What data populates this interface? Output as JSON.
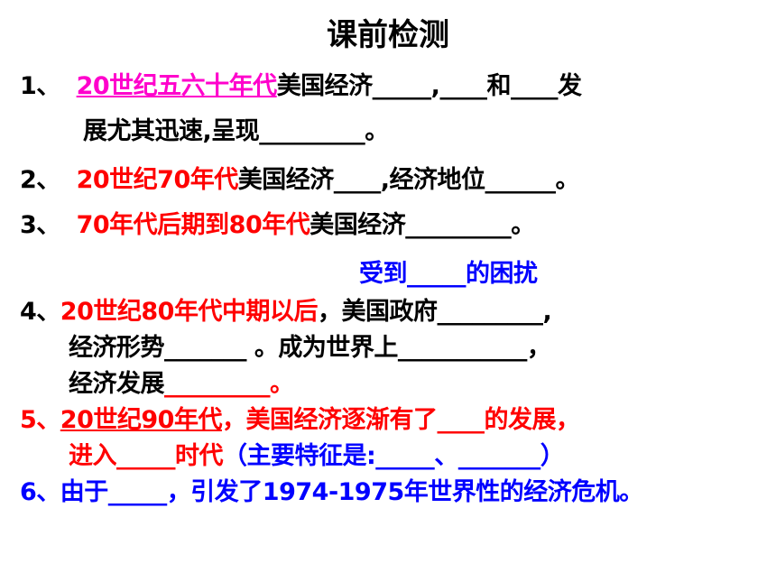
{
  "colors": {
    "black": "#000000",
    "red": "#ff0000",
    "magenta": "#ff00cc",
    "blue": "#0000ff"
  },
  "title": "课前检测",
  "q1": {
    "num": "1、",
    "era": "20世纪五六十年代",
    "a": "美国经济_____,____和____发",
    "b": "展尤其迅速,呈现_________。"
  },
  "q2": {
    "num": "2、",
    "era": "20世纪70年代",
    "text": "美国经济____,经济地位______。"
  },
  "q3": {
    "num": "3、",
    "era": "70年代后期到80年代",
    "text": "美国经济_________。",
    "sub": "受到_____的困扰"
  },
  "q4": {
    "num": "4、",
    "era": "20世纪80年代中期以后",
    "a": "，美国政府_________,",
    "b": "经济形势_______ 。成为世界上___________，",
    "c_text": "经济发展",
    "c_blank": "_________。"
  },
  "q5": {
    "num": "5、",
    "era": "20世纪90年代",
    "a": "，美国经济逐渐有了____的发展，",
    "b1": "进入",
    "b2": "_____",
    "b3": "时代",
    "b4": "（主要特征是:_____、_______）"
  },
  "q6": {
    "num": "6、",
    "text": "由于_____，引发了1974-1975年世界性的经济危机。"
  }
}
